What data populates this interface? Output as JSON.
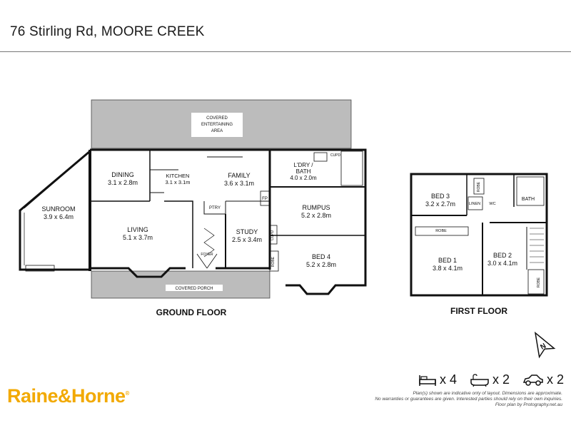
{
  "address": "76 Stirling Rd, MOORE CREEK",
  "floors": {
    "ground": "GROUND FLOOR",
    "first": "FIRST FLOOR"
  },
  "areas": {
    "covered_entertaining_1": "COVERED",
    "covered_entertaining_2": "ENTERTAINING",
    "covered_entertaining_3": "AREA",
    "covered_porch": "COVERED PORCH"
  },
  "rooms": {
    "sunroom": {
      "name": "SUNROOM",
      "size": "3.9 x 6.4m"
    },
    "dining": {
      "name": "DINING",
      "size": "3.1 x 2.8m"
    },
    "kitchen": {
      "name": "KITCHEN",
      "size": "3.1 x 3.1m"
    },
    "family": {
      "name": "FAMILY",
      "size": "3.6 x 3.1m"
    },
    "laundry": {
      "name": "L'DRY /",
      "name2": "BATH",
      "size": "4.0 x 2.0m"
    },
    "rumpus": {
      "name": "RUMPUS",
      "size": "5.2 x 2.8m"
    },
    "living": {
      "name": "LIVING",
      "size": "5.1 x 3.7m"
    },
    "study": {
      "name": "STUDY",
      "size": "2.5 x 3.4m"
    },
    "bed4": {
      "name": "BED 4",
      "size": "5.2 x 2.8m"
    },
    "bed3": {
      "name": "BED 3",
      "size": "3.2 x 2.7m"
    },
    "bed1": {
      "name": "BED 1",
      "size": "3.8 x 4.1m"
    },
    "bed2": {
      "name": "BED 2",
      "size": "3.0 x 4.1m"
    }
  },
  "labels": {
    "ptry": "PTRY",
    "fp": "FP",
    "cupd": "CUPD",
    "robe": "ROBE",
    "foyer": "FOYER",
    "linen": "LINEN",
    "wc": "WC",
    "bath": "BATH"
  },
  "features": {
    "bedrooms": "x 4",
    "bathrooms": "x 2",
    "cars": "x 2"
  },
  "disclaimer": {
    "line1": "Plan(s) shown are indicative only of layout. Dimensions are approximate.",
    "line2": "No warranties or guarantees are given. Interested parties should rely on their own inquiries.",
    "line3": "Floor plan by Protography.net.au"
  },
  "brand": "Raine&Horne",
  "colors": {
    "brand": "#f2a900",
    "wall": "#111111"
  }
}
